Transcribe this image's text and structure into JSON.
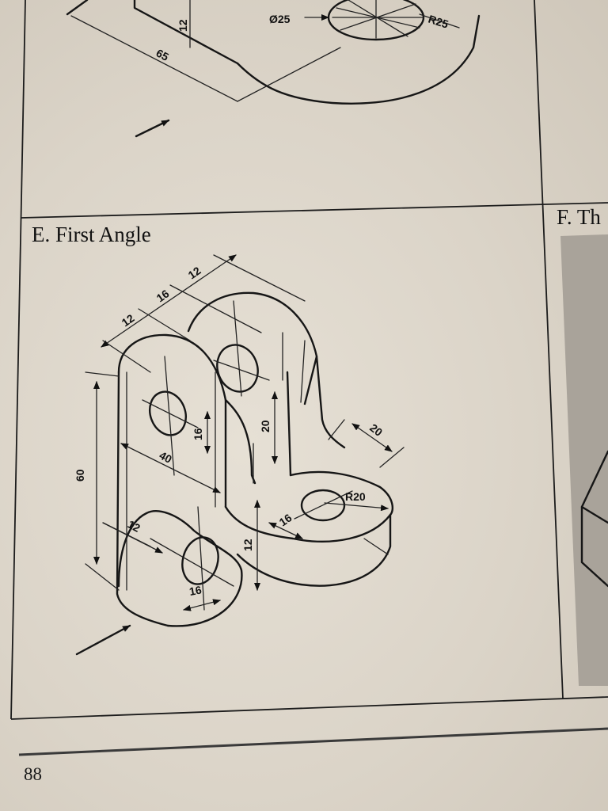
{
  "panels": {
    "e_title": "E. First Angle",
    "f_title": "F. Th"
  },
  "top_drawing": {
    "dims": {
      "diameter": "Ø25",
      "radius": "R25",
      "length": "65",
      "height": "12"
    }
  },
  "main_drawing": {
    "dims": {
      "top_width_a": "12",
      "top_width_b": "16",
      "top_width_c": "12",
      "overall_height": "60",
      "hole_dia_upper": "16",
      "slot_height": "20",
      "lug_offset": "20",
      "hole_spacing": "40",
      "base_radius": "R20",
      "hole_dia_base": "16",
      "base_thickness": "12",
      "front_offset": "12",
      "hole_dia_front": "16"
    }
  },
  "footer": {
    "page_number": "88"
  }
}
